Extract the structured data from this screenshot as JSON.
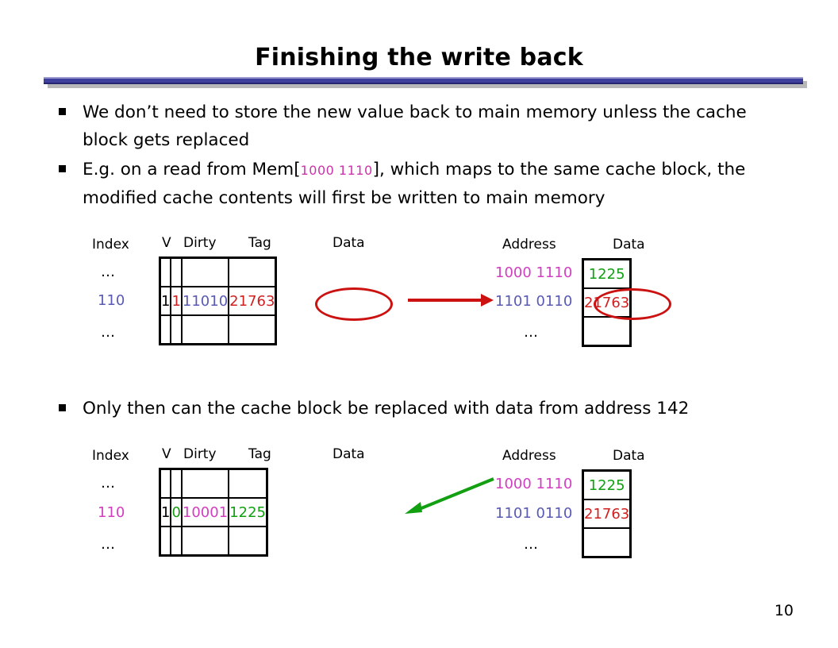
{
  "slide": {
    "title": "Finishing the write back",
    "page_number": "10",
    "accent_color": "#3f3f9e"
  },
  "bullets": [
    {
      "id": "bullet-1",
      "text_before": "We don’t need to store the new value back to main memory unless the cache block gets replaced",
      "highlight": "",
      "text_after": ""
    },
    {
      "id": "bullet-2",
      "text_before": "E.g. on a read from Mem[",
      "highlight": "1000 1110",
      "text_after": "], which maps to the same cache block, the modified cache contents will first be written to main memory"
    },
    {
      "id": "bullet-3",
      "text_before": "Only then can the cache block be replaced with data from address 142",
      "highlight": "",
      "text_after": ""
    }
  ],
  "colors": {
    "black": "#000000",
    "red": "#d02020",
    "blue": "#5a5ab4",
    "green": "#12a012",
    "magenta": "#d13fc0",
    "highlight_ellipse": "#cc1111",
    "arrow_red": "#cc1111",
    "arrow_green": "#12a012"
  },
  "diagram_top": {
    "cache": {
      "index_header": "Index",
      "headers": [
        "V",
        "Dirty",
        "Tag",
        "Data"
      ],
      "index_labels": [
        "…",
        "110",
        "…"
      ],
      "index_label_colors": [
        "black",
        "blue",
        "black"
      ],
      "rows": [
        {
          "v": "",
          "dirty": "",
          "tag": "",
          "data": ""
        },
        {
          "v": "1",
          "dirty": "1",
          "tag": "11010",
          "data": "21763"
        },
        {
          "v": "",
          "dirty": "",
          "tag": "",
          "data": ""
        }
      ],
      "row_colors": [
        {
          "v": "black",
          "dirty": "black",
          "tag": "black",
          "data": "black"
        },
        {
          "v": "black",
          "dirty": "red",
          "tag": "blue",
          "data": "red"
        },
        {
          "v": "black",
          "dirty": "black",
          "tag": "black",
          "data": "black"
        }
      ],
      "circled_cell": "21763"
    },
    "memory": {
      "address_header": "Address",
      "data_header": "Data",
      "addresses": [
        "1000 1110",
        "1101 0110",
        "…"
      ],
      "address_colors": [
        "magenta",
        "blue",
        "black"
      ],
      "data": [
        "1225",
        "21763",
        ""
      ],
      "data_colors": [
        "green",
        "red",
        "black"
      ],
      "circled_cell": "21763"
    },
    "arrow": {
      "name": "writeback-arrow",
      "direction": "right",
      "color": "#cc1111"
    }
  },
  "diagram_bottom": {
    "cache": {
      "index_header": "Index",
      "headers": [
        "V",
        "Dirty",
        "Tag",
        "Data"
      ],
      "index_labels": [
        "…",
        "110",
        "…"
      ],
      "index_label_colors": [
        "black",
        "magenta",
        "black"
      ],
      "rows": [
        {
          "v": "",
          "dirty": "",
          "tag": "",
          "data": ""
        },
        {
          "v": "1",
          "dirty": "0",
          "tag": "10001",
          "data": "1225"
        },
        {
          "v": "",
          "dirty": "",
          "tag": "",
          "data": ""
        }
      ],
      "row_colors": [
        {
          "v": "black",
          "dirty": "black",
          "tag": "black",
          "data": "black"
        },
        {
          "v": "black",
          "dirty": "green",
          "tag": "magenta",
          "data": "green"
        },
        {
          "v": "black",
          "dirty": "black",
          "tag": "black",
          "data": "black"
        }
      ],
      "circled_cell": ""
    },
    "memory": {
      "address_header": "Address",
      "data_header": "Data",
      "addresses": [
        "1000 1110",
        "1101 0110",
        "…"
      ],
      "address_colors": [
        "magenta",
        "blue",
        "black"
      ],
      "data": [
        "1225",
        "21763",
        ""
      ],
      "data_colors": [
        "green",
        "red",
        "black"
      ],
      "circled_cell": ""
    },
    "arrow": {
      "name": "fill-arrow",
      "direction": "down-left",
      "color": "#12a012"
    }
  }
}
